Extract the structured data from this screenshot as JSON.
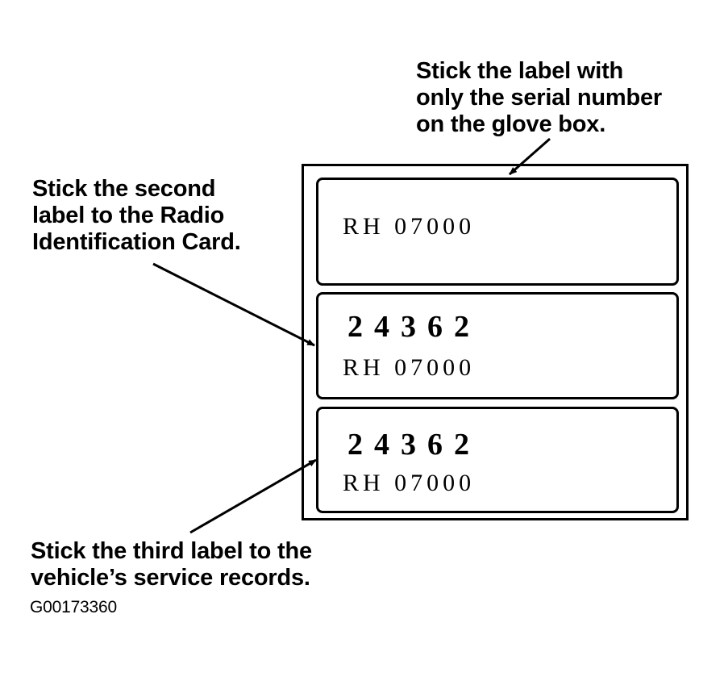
{
  "callouts": {
    "glove_box": [
      "Stick the label with",
      "only the serial number",
      "on the glove box."
    ],
    "radio_card": [
      "Stick the second",
      "label to the Radio",
      "Identification Card."
    ],
    "service_records": [
      "Stick the third label to the",
      "vehicle’s service records."
    ]
  },
  "labels": [
    {
      "serial": "RH 07000"
    },
    {
      "code": "24362",
      "serial": "RH 07000"
    },
    {
      "code": "24362",
      "serial": "RH 07000"
    }
  ],
  "figure_id": "G00173360"
}
